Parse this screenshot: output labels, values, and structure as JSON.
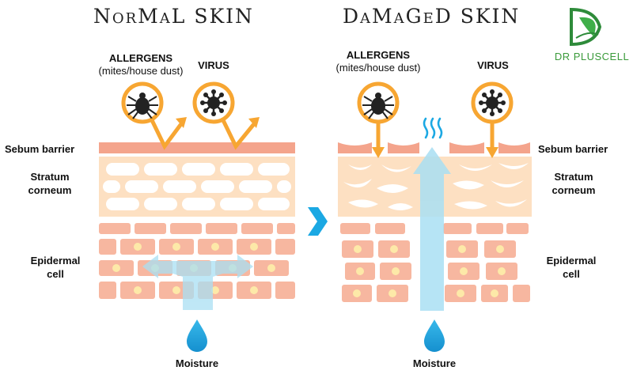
{
  "titles": {
    "normal": "NorMaL SKIN",
    "damaged": "DaMaGeD SKIN"
  },
  "brand": {
    "name": "DR PLUSCELL",
    "color": "#2e8b3a"
  },
  "labels": {
    "allergens": "ALLERGENS",
    "allergens_sub": "(mites/house dust)",
    "virus": "VIRUS",
    "sebum_barrier": "Sebum barrier",
    "stratum_line1": "Stratum",
    "stratum_line2": "corneum",
    "epidermal_line1": "Epidermal",
    "epidermal_line2": "cell",
    "moisture": "Moisture"
  },
  "icons": [
    "mite-icon",
    "virus-icon",
    "water-drop-icon",
    "arrow-right-icon",
    "brand-logo-icon"
  ],
  "colors": {
    "sebum": "#f4a48c",
    "stratum_bg": "#fde0c2",
    "epidermal_cell": "#f7b7a0",
    "nucleus": "#fde9a8",
    "moisture_arrow": "#a9dff3",
    "drop": "#1ea7e1",
    "accent_orange": "#f7a632"
  }
}
